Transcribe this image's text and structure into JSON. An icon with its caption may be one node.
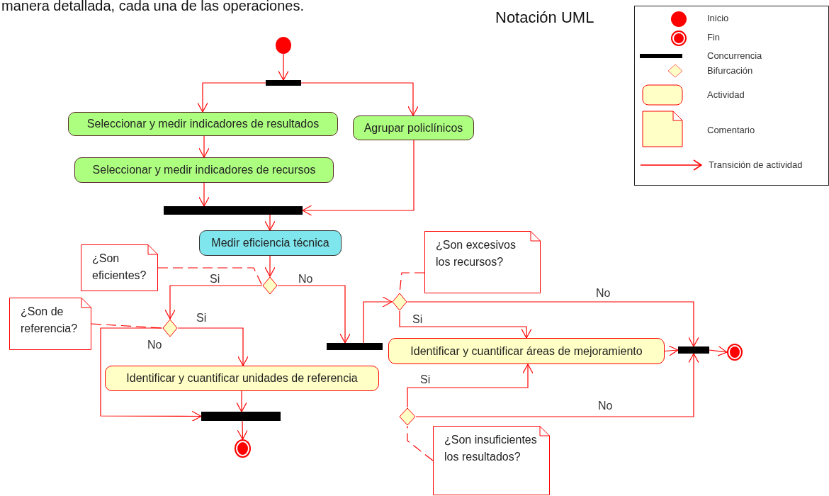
{
  "diagram": {
    "title": "Notación UML",
    "nodes": [
      {
        "text": [],
        "shape": "circle"
      },
      {
        "text": [],
        "shape": "bar"
      },
      {
        "text": [
          "Seleccionar y medir indicadores de resultados"
        ]
      },
      {
        "text": [
          "Agrupar policlínicos"
        ]
      },
      {
        "text": [
          "Seleccionar y medir indicadores de recursos"
        ]
      },
      {
        "text": [],
        "shape": "bar"
      },
      {
        "text": [
          "Medir eficiencia técnica"
        ]
      },
      {
        "text": [],
        "shape": "diamond"
      },
      {
        "text": [
          "¿Son eficientes?"
        ]
      },
      {
        "text": [],
        "shape": "diamond"
      },
      {
        "text": [
          "¿Son de referencia?"
        ]
      },
      {
        "text": [
          "Identificar y cuantificar unidades de referencia"
        ]
      },
      {
        "text": [],
        "shape": "bar"
      },
      {
        "text": [],
        "shape": "bullseye"
      },
      {
        "text": [],
        "shape": "bar"
      },
      {
        "text": [],
        "shape": "diamond"
      },
      {
        "text": [
          "¿Son excesivos los recursos?"
        ]
      },
      {
        "text": [
          "Identificar y cuantificar áreas de mejoramiento"
        ]
      },
      {
        "text": [],
        "shape": "diamond"
      },
      {
        "text": [
          "¿Son insuficientes los resultados?"
        ]
      },
      {
        "text": [],
        "shape": "bar"
      },
      {
        "text": [],
        "shape": "bullseye"
      }
    ],
    "edges": [
      {
        "from": 0,
        "to": 1,
        "arrow": "to"
      },
      {
        "from": 1,
        "to": 2,
        "arrow": "to"
      },
      {
        "from": 1,
        "to": 3,
        "arrow": "to"
      },
      {
        "from": 2,
        "to": 4,
        "arrow": "to"
      },
      {
        "from": 4,
        "to": 5,
        "arrow": "to"
      },
      {
        "from": 3,
        "to": 5,
        "arrow": "to"
      },
      {
        "from": 5,
        "to": 6,
        "arrow": "to"
      },
      {
        "from": 6,
        "to": 7,
        "arrow": "to"
      },
      {
        "from": 8,
        "to": 7,
        "arrow": "none",
        "style": "dashed"
      },
      {
        "from": 7,
        "to": 9,
        "arrow": "to",
        "label": "Si"
      },
      {
        "from": 7,
        "to": 14,
        "arrow": "to",
        "label": "No"
      },
      {
        "from": 10,
        "to": 9,
        "arrow": "none",
        "style": "dashed"
      },
      {
        "from": 9,
        "to": 11,
        "arrow": "to",
        "label": "Si"
      },
      {
        "from": 9,
        "to": 12,
        "arrow": "to",
        "label": "No"
      },
      {
        "from": 11,
        "to": 12,
        "arrow": "to"
      },
      {
        "from": 12,
        "to": 13,
        "arrow": "to"
      },
      {
        "from": 14,
        "to": 15,
        "arrow": "to"
      },
      {
        "from": 16,
        "to": 15,
        "arrow": "none",
        "style": "dashed"
      },
      {
        "from": 15,
        "to": 20,
        "arrow": "to",
        "label": "No"
      },
      {
        "from": 15,
        "to": 17,
        "arrow": "to",
        "label": "Si"
      },
      {
        "from": 18,
        "to": 17,
        "arrow": "to",
        "label": "Si"
      },
      {
        "from": 18,
        "to": 20,
        "arrow": "to",
        "label": "No"
      },
      {
        "from": 19,
        "to": 18,
        "arrow": "none",
        "style": "dashed"
      },
      {
        "from": 17,
        "to": 20,
        "arrow": "to"
      },
      {
        "from": 20,
        "to": 21,
        "arrow": "to"
      }
    ],
    "labels": [
      "manera detallada, cada una de las operaciones."
    ],
    "legend": [
      {
        "text": "Inicio"
      },
      {
        "text": "Fin"
      },
      {
        "text": "Concurrencia"
      },
      {
        "text": "Bifurcación"
      },
      {
        "text": "Actividad"
      },
      {
        "text": "Comentario"
      },
      {
        "text": "Transición de actividad"
      }
    ]
  }
}
